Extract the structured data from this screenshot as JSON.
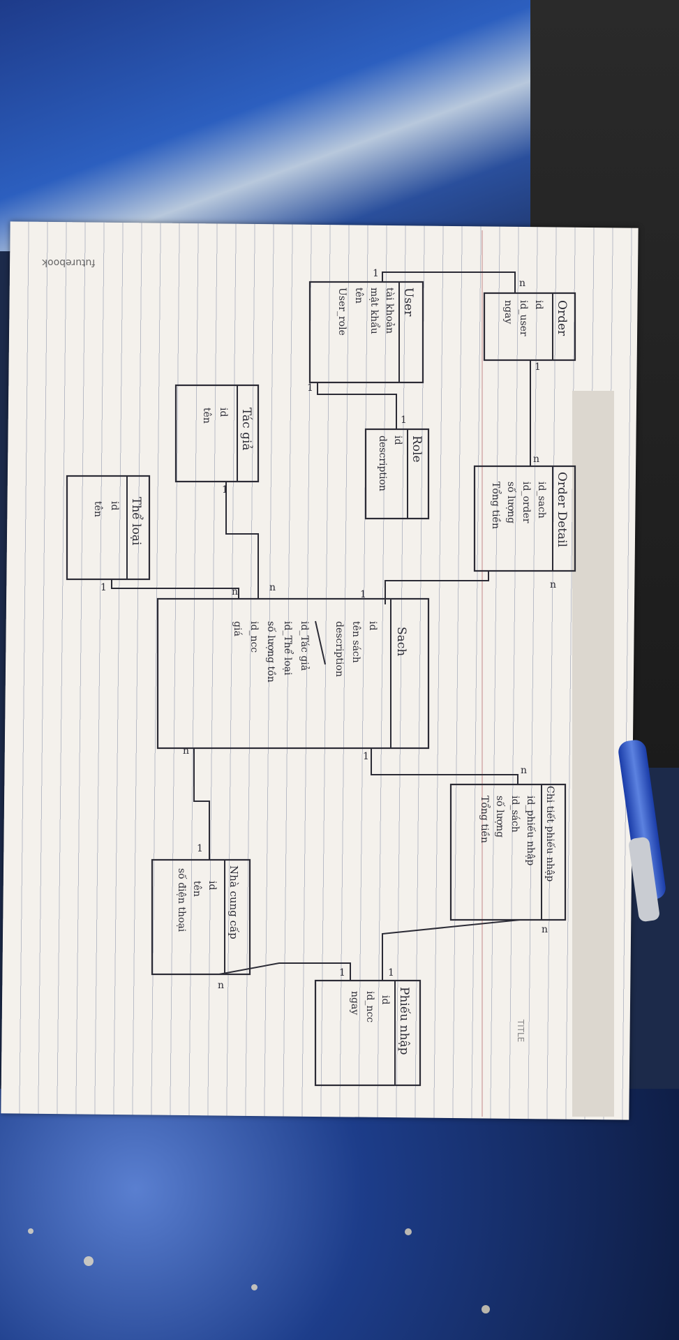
{
  "brand": "futurebook",
  "paper_label": "TITLE",
  "entities": [
    {
      "id": "order",
      "title": "Order",
      "fields": [
        "id",
        "id_user",
        "ngay"
      ]
    },
    {
      "id": "user",
      "title": "User",
      "fields": [
        "tài khoản",
        "mật khẩu",
        "tên",
        "User_role"
      ]
    },
    {
      "id": "role",
      "title": "Role",
      "fields": [
        "id",
        "description"
      ]
    },
    {
      "id": "tacgia",
      "title": "Tác giả",
      "fields": [
        "id",
        "tên"
      ]
    },
    {
      "id": "orderdetail",
      "title": "Order Detail",
      "fields": [
        "id_sach",
        "id_order",
        "số lượng",
        "Tổng tiền"
      ]
    },
    {
      "id": "theloai",
      "title": "Thể loại",
      "fields": [
        "id",
        "tên"
      ]
    },
    {
      "id": "sach",
      "title": "Sach",
      "fields": [
        "id",
        "tên sách",
        "description",
        "id_Tác giả",
        "id_Thể loại",
        "số lượng tồn",
        "id_ncc",
        "giá"
      ]
    },
    {
      "id": "ctphieunhap",
      "title": "Chi tiết phiếu nhập",
      "fields": [
        "id_phiếu nhập",
        "id_sách",
        "số lượng",
        "Tổng tiền"
      ]
    },
    {
      "id": "ncc",
      "title": "Nhà cung cấp",
      "fields": [
        "id",
        "tên",
        "số điện thoại"
      ]
    },
    {
      "id": "phieunhap",
      "title": "Phiếu nhập",
      "fields": [
        "id",
        "id_ncc",
        "ngay"
      ]
    }
  ],
  "cardinality": [
    "n",
    "1",
    "1",
    "1",
    "n",
    "1",
    "n",
    "1",
    "n",
    "n",
    "1",
    "1",
    "n",
    "n",
    "1",
    "n",
    "1",
    "n",
    "1",
    "1"
  ]
}
